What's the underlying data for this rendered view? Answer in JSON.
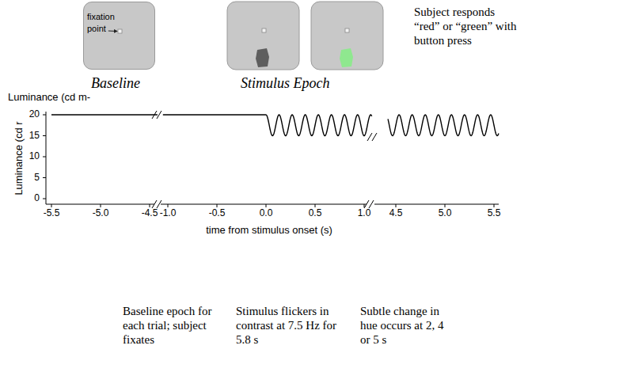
{
  "diagram": {
    "nodes": [
      {
        "text": [
          "fixation point"
        ]
      }
    ],
    "labels": [
      "Baseline",
      "Stimulus Epoch",
      "Subject responds “red” or “green” with button press",
      "Luminance (cd m-",
      "Luminance (cd r",
      "20",
      "15",
      "10",
      "5",
      "0",
      "-5.5",
      "-5.0",
      "-4.5",
      "-1.0",
      "-0.5",
      "0.0",
      "0.5",
      "1.0",
      "4.5",
      "5.0",
      "5.5",
      "time from stimulus onset (s)",
      "Baseline epoch for each trial; subject fixates",
      "Stimulus flickers in contrast at 7.5 Hz for 5.8 s",
      "Subtle change in hue occurs at 2, 4 or 5 s"
    ]
  }
}
